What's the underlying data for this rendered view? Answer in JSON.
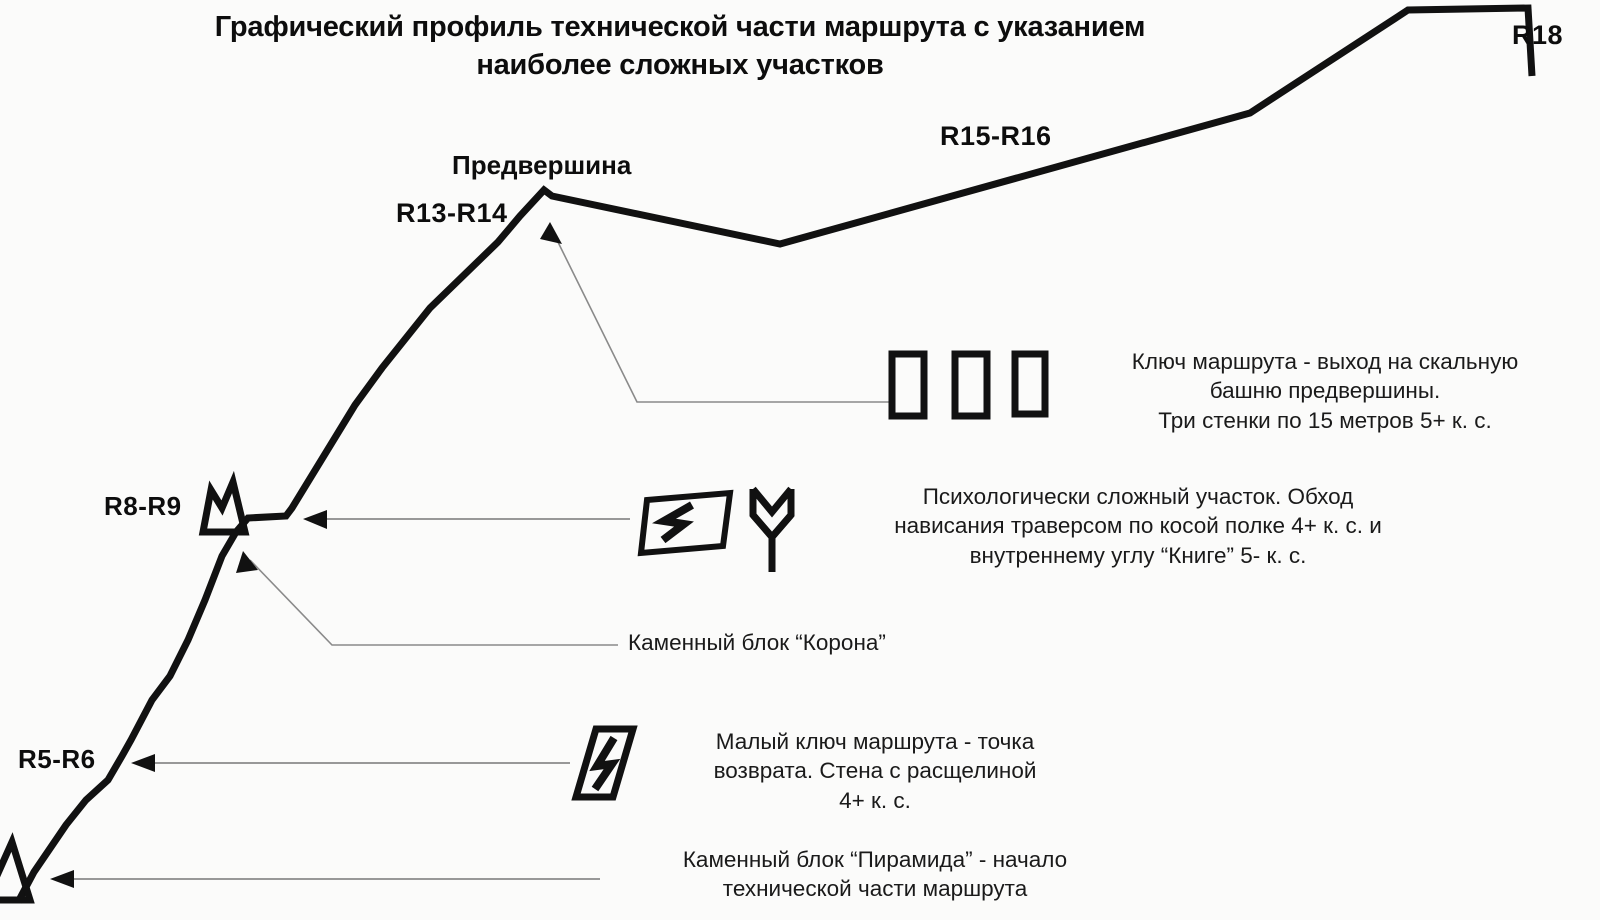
{
  "title": {
    "line1": "Графический профиль технической части маршрута с указанием",
    "line2": "наиболее сложных участков",
    "full": "Графический профиль технической части маршрута с указанием наиболее сложных участков"
  },
  "colors": {
    "background": "#fbfbfa",
    "profile_line": "#111111",
    "leader_line": "#8a8a8a",
    "text": "#0d0d0d"
  },
  "profile_labels": {
    "predvershina": "Предвершина",
    "r13_r14": "R13-R14",
    "r15_r16": "R15-R16",
    "r18": "R18",
    "r8_r9": "R8-R9",
    "r5_r6": "R5-R6"
  },
  "callouts": {
    "key_of_route": "Ключ маршрута - выход на скальную\nбашню предвершины.\nТри стенки по 15 метров 5+ к. с.",
    "psychological": "Психологически сложный участок. Обход\nнависания траверсом по косой полке 4+ к. с.  и\nвнутреннему углу “Книге” 5- к. с.",
    "korona": "Каменный блок “Корона”",
    "small_key": "Малый ключ маршрута - точка\nвозврата. Стена с расщелиной\n4+ к. с.",
    "piramida": "Каменный блок “Пирамида” - начало\nтехнической части маршрута"
  },
  "symbols": {
    "wall_rect_1": "wall-rectangle-icon",
    "wall_rect_2": "wall-rectangle-icon",
    "wall_rect_3": "wall-rectangle-icon",
    "overhang_bolt": "overhang-lightning-icon",
    "book_corner": "inner-corner-book-icon",
    "crack_wall_bolt": "crack-wall-lightning-icon",
    "crown": "crown-icon",
    "pyramid": "pyramid-triangle-icon"
  },
  "chart_data": {
    "type": "line",
    "title": "Графический профиль технической части маршрута с указанием наиболее сложных участков",
    "xlabel": "",
    "ylabel": "",
    "grid": false,
    "legend": "none",
    "description": "Elevation profile of the technical part of a climbing route; x is horizontal distance in image px, y is screen px (lower y = higher elevation).",
    "series": [
      {
        "name": "route-profile",
        "points": [
          [
            18,
            902
          ],
          [
            34,
            872
          ],
          [
            66,
            825
          ],
          [
            86,
            800
          ],
          [
            108,
            780
          ],
          [
            122,
            756
          ],
          [
            131,
            740
          ],
          [
            152,
            700
          ],
          [
            170,
            676
          ],
          [
            178,
            660
          ],
          [
            188,
            640
          ],
          [
            205,
            600
          ],
          [
            222,
            556
          ],
          [
            236,
            532
          ],
          [
            248,
            518
          ],
          [
            286,
            516
          ],
          [
            292,
            508
          ],
          [
            355,
            405
          ],
          [
            382,
            368
          ],
          [
            430,
            308
          ],
          [
            498,
            242
          ],
          [
            520,
            216
          ],
          [
            544,
            190
          ],
          [
            552,
            196
          ],
          [
            780,
            244
          ],
          [
            1250,
            113
          ],
          [
            1408,
            10
          ],
          [
            1528,
            8
          ],
          [
            1532,
            76
          ]
        ]
      }
    ],
    "annotated_nodes": [
      {
        "label": "R5-R6",
        "x": 118,
        "y": 760
      },
      {
        "label": "R8-R9",
        "x": 240,
        "y": 520
      },
      {
        "label": "R13-R14",
        "x": 546,
        "y": 192
      },
      {
        "label": "Предвершина",
        "x": 546,
        "y": 190
      },
      {
        "label": "R15-R16",
        "x": 1060,
        "y": 170
      },
      {
        "label": "R18",
        "x": 1530,
        "y": 40
      }
    ]
  }
}
